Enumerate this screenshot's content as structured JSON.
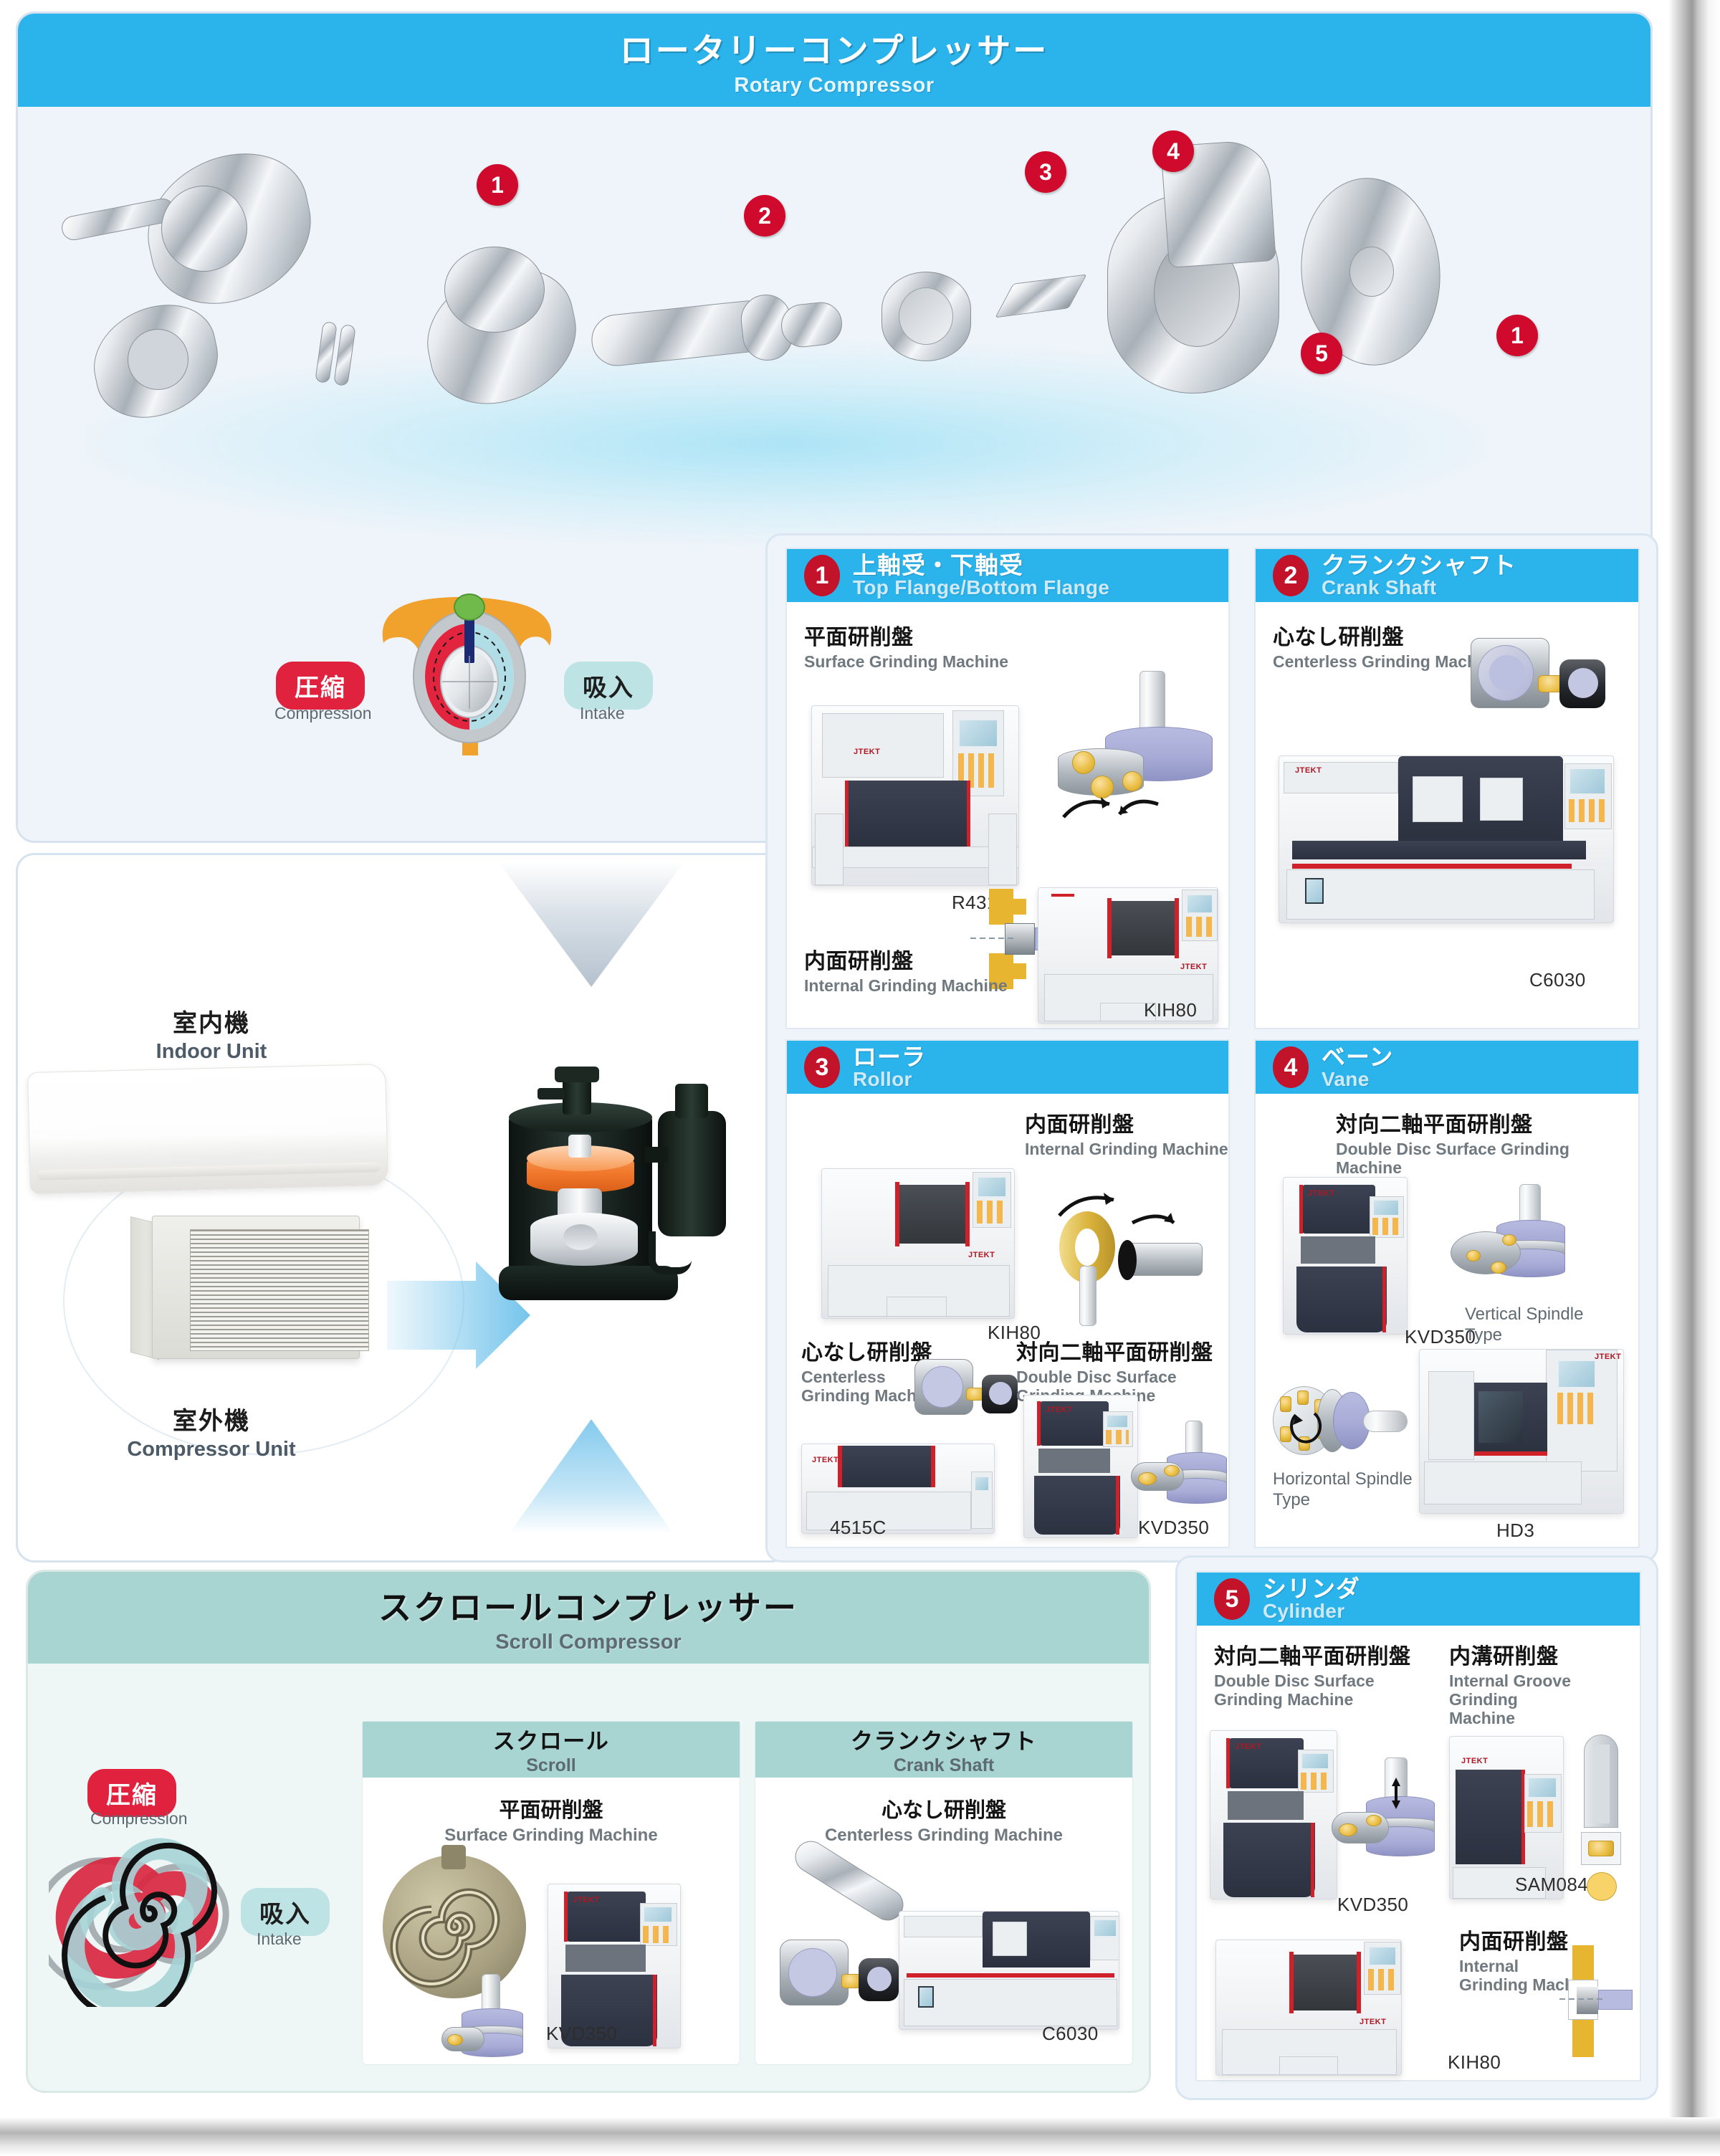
{
  "rotary": {
    "title_jp": "ロータリーコンプレッサー",
    "title_en": "Rotary Compressor",
    "exploded_badges": [
      "1",
      "2",
      "3",
      "4",
      "5",
      "1"
    ],
    "cycle": {
      "compression_jp": "圧縮",
      "compression_en": "Compression",
      "intake_jp": "吸入",
      "intake_en": "Intake"
    }
  },
  "ac": {
    "indoor_jp": "室内機",
    "indoor_en": "Indoor Unit",
    "compressor_jp": "室外機",
    "compressor_en": "Compressor Unit"
  },
  "panels": [
    {
      "num": "1",
      "title_jp": "上軸受・下軸受",
      "title_en": "Top Flange/Bottom Flange",
      "machines": [
        {
          "jp": "平面研削盤",
          "en": "Surface Grinding Machine",
          "model": "R431"
        },
        {
          "jp": "内面研削盤",
          "en": "Internal Grinding Machine",
          "model": "KIH80"
        }
      ]
    },
    {
      "num": "2",
      "title_jp": "クランクシャフト",
      "title_en": "Crank Shaft",
      "machines": [
        {
          "jp": "心なし研削盤",
          "en": "Centerless Grinding Machine",
          "model": "C6030"
        }
      ]
    },
    {
      "num": "3",
      "title_jp": "ローラ",
      "title_en": "Rollor",
      "machines": [
        {
          "jp": "内面研削盤",
          "en": "Internal Grinding Machine",
          "model": "KIH80"
        },
        {
          "jp": "心なし研削盤",
          "en": "Centerless\nGrinding Machine",
          "model": "4515C"
        },
        {
          "jp": "対向二軸平面研削盤",
          "en": "Double Disc Surface\nGrinding Machine",
          "model": "KVD350"
        }
      ]
    },
    {
      "num": "4",
      "title_jp": "ベーン",
      "title_en": "Vane",
      "machines": [
        {
          "jp": "対向二軸平面研削盤",
          "en": "Double Disc Surface Grinding Machine",
          "model": "KVD350"
        }
      ],
      "spindle_types": [
        "Vertical Spindle\nType",
        "Horizontal Spindle\nType"
      ],
      "extra_model": "HD3"
    },
    {
      "num": "5",
      "title_jp": "シリンダ",
      "title_en": "Cylinder",
      "machines": [
        {
          "jp": "対向二軸平面研削盤",
          "en": "Double Disc Surface\nGrinding Machine",
          "model": "KVD350"
        },
        {
          "jp": "内溝研削盤",
          "en": "Internal Groove Grinding\nMachine",
          "model": "SAM084"
        },
        {
          "jp": "内面研削盤",
          "en": "Internal\nGrinding Machine",
          "model": "KIH80"
        }
      ]
    }
  ],
  "scroll": {
    "title_jp": "スクロールコンプレッサー",
    "title_en": "Scroll Compressor",
    "cycle": {
      "compression_jp": "圧縮",
      "compression_en": "Compression",
      "intake_jp": "吸入",
      "intake_en": "Intake"
    },
    "sub_panels": [
      {
        "head_jp": "スクロール",
        "head_en": "Scroll",
        "machine_jp": "平面研削盤",
        "machine_en": "Surface Grinding Machine",
        "model": "KVD350"
      },
      {
        "head_jp": "クランクシャフト",
        "head_en": "Crank Shaft",
        "machine_jp": "心なし研削盤",
        "machine_en": "Centerless Grinding Machine",
        "model": "C6030"
      }
    ]
  },
  "colors": {
    "rotary_blue": "#2bb3ec",
    "badge_red": "#c3132b",
    "scroll_teal": "#a8d5d2",
    "compression_red": "#e0223f",
    "intake_cyan": "#bde3e5"
  }
}
